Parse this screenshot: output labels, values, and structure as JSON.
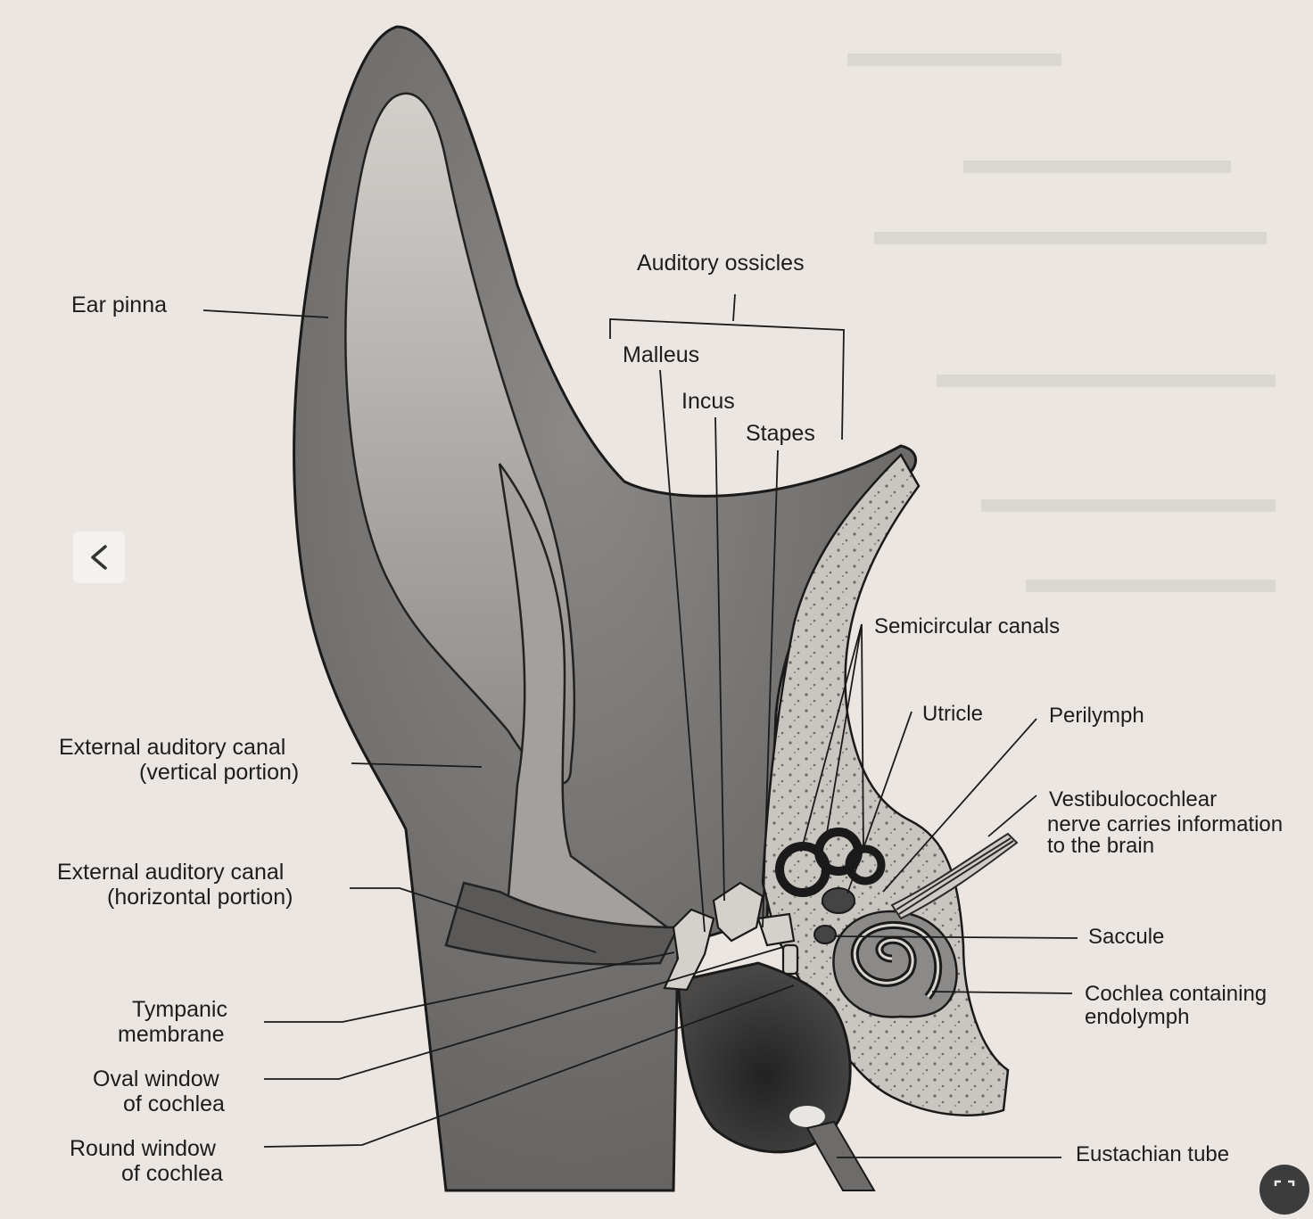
{
  "diagram": {
    "labels": {
      "ear_pinna": "Ear pinna",
      "auditory_ossicles": "Auditory ossicles",
      "malleus": "Malleus",
      "incus": "Incus",
      "stapes": "Stapes",
      "semicircular_canals": "Semicircular canals",
      "utricle": "Utricle",
      "perilymph": "Perilymph",
      "vestibulocochlear_line1": "Vestibulocochlear",
      "vestibulocochlear_line2": "nerve carries information",
      "vestibulocochlear_line3": "to the brain",
      "ext_canal_vertical_line1": "External auditory canal",
      "ext_canal_vertical_line2": "(vertical portion)",
      "ext_canal_horizontal_line1": "External auditory canal",
      "ext_canal_horizontal_line2": "(horizontal portion)",
      "saccule": "Saccule",
      "cochlea_line1": "Cochlea containing",
      "cochlea_line2": "endolymph",
      "tympanic_line1": "Tympanic",
      "tympanic_line2": "membrane",
      "oval_window_line1": "Oval window",
      "oval_window_line2": "of cochlea",
      "round_window_line1": "Round window",
      "round_window_line2": "of cochlea",
      "eustachian_tube": "Eustachian tube"
    }
  },
  "controls": {
    "back_icon": "chevron-left-icon",
    "corner_icon": "scan-icon"
  },
  "colors": {
    "background": "#ebe6e1",
    "pinna_outer": "#6f6d6c",
    "pinna_inner": "#a9a6a3",
    "canal_dark": "#555452",
    "bone": "#c8c4bf",
    "middle_ear": "#3a3938"
  }
}
